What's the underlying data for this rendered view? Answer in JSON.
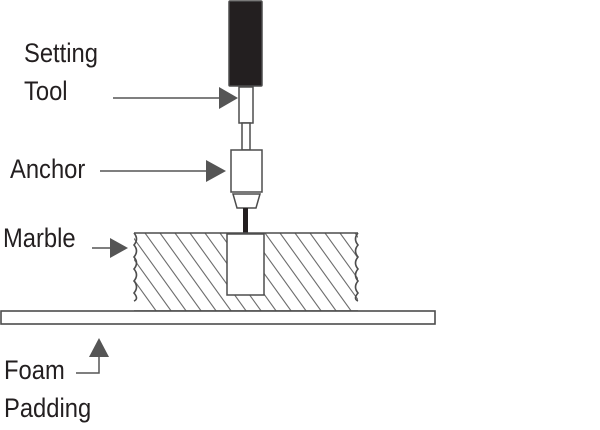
{
  "labels": {
    "setting_tool_line1": "Setting",
    "setting_tool_line2": "Tool",
    "anchor": "Anchor",
    "marble": "Marble",
    "foam_line1": "Foam",
    "foam_line2": "Padding"
  },
  "colors": {
    "stroke": "#4d4d4d",
    "text": "#231f20",
    "tool_handle": "#231f20",
    "arrow": "#555555",
    "background": "#ffffff"
  }
}
